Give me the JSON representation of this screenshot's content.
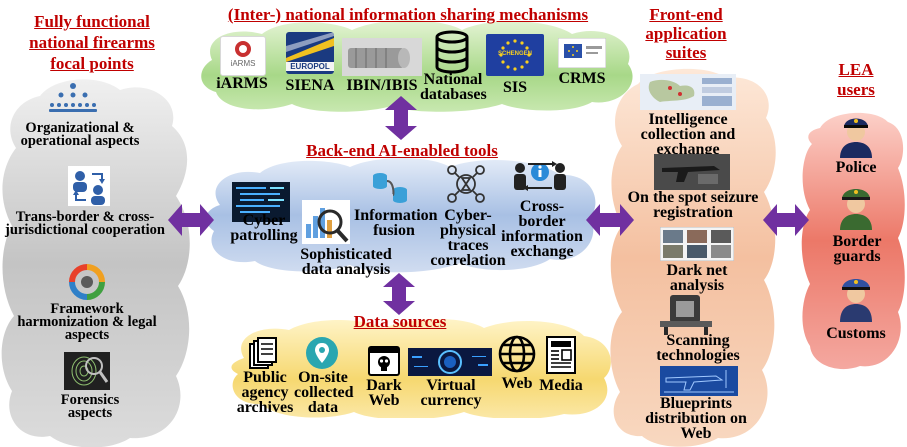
{
  "headers": {
    "focal_points": "Fully functional national firearms focal points",
    "sharing": "(Inter-) national information sharing mechanisms",
    "backend": "Back-end AI-enabled tools",
    "data_sources": "Data sources",
    "frontend": "Front-end application suites",
    "lea_users": "LEA users"
  },
  "focal_points": [
    {
      "label": "Organizational & operational aspects",
      "icon": "org-chart-icon"
    },
    {
      "label": "Trans-border & cross-jurisdictional cooperation",
      "icon": "people-exchange-icon"
    },
    {
      "label": "Framework harmonization & legal aspects",
      "icon": "cycle-arrows-icon"
    },
    {
      "label": "Forensics aspects",
      "icon": "fingerprint-icon"
    }
  ],
  "sharing": [
    {
      "label": "iARMS",
      "logo_text": "iARMS",
      "icon": "iarms-logo"
    },
    {
      "label": "SIENA",
      "logo_text": "EUROPOL",
      "icon": "europol-logo"
    },
    {
      "label": "IBIN/IBIS",
      "icon": "ballistic-cartridge-icon"
    },
    {
      "label": "National databases",
      "icon": "database-icon"
    },
    {
      "label": "SIS",
      "logo_text": "SCHENGEN",
      "icon": "eu-flag-icon"
    },
    {
      "label": "CRMS",
      "icon": "eu-building-icon"
    }
  ],
  "backend": [
    {
      "label": "Cyber patrolling",
      "icon": "code-screen-icon"
    },
    {
      "label": "Sophisticated data analysis",
      "icon": "magnifier-chart-icon"
    },
    {
      "label": "Information fusion",
      "icon": "database-fusion-icon"
    },
    {
      "label": "Cyber-physical traces correlation",
      "icon": "hourglass-network-icon"
    },
    {
      "label": "Cross-border information exchange",
      "icon": "info-exchange-icon"
    }
  ],
  "data_sources": [
    {
      "label": "Public agency archives",
      "icon": "documents-icon"
    },
    {
      "label": "On-site collected data",
      "icon": "location-pin-icon"
    },
    {
      "label": "Dark Web",
      "icon": "skull-browser-icon"
    },
    {
      "label": "Virtual currency",
      "icon": "digital-coin-icon"
    },
    {
      "label": "Web",
      "icon": "globe-icon"
    },
    {
      "label": "Media",
      "icon": "newspaper-icon"
    }
  ],
  "frontend": [
    {
      "label": "Intelligence collection and exchange",
      "icon": "map-dashboard-icon"
    },
    {
      "label": "On the spot seizure registration",
      "icon": "firearm-photo-icon"
    },
    {
      "label": "Dark net analysis",
      "icon": "weapons-grid-icon"
    },
    {
      "label": "Scanning technologies",
      "icon": "xray-scanner-icon"
    },
    {
      "label": "Blueprints distribution on Web",
      "icon": "blueprint-icon"
    }
  ],
  "lea_users": [
    {
      "label": "Police",
      "icon": "police-officer-icon"
    },
    {
      "label": "Border guards",
      "icon": "border-guard-icon"
    },
    {
      "label": "Customs",
      "icon": "customs-officer-icon"
    }
  ],
  "colors": {
    "header_red": "#c00000",
    "arrow_purple": "#7030a0",
    "cloud_gray": "#c8c8c8",
    "cloud_green": "#b8dc98",
    "cloud_blue": "#bcd0ec",
    "cloud_yellow": "#f8e090",
    "cloud_peach": "#f6c8a8",
    "cloud_red": "#f08880"
  }
}
